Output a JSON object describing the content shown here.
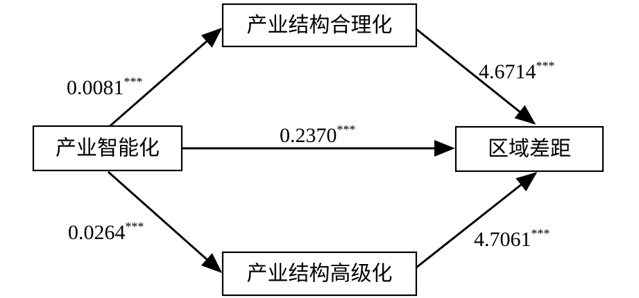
{
  "nodes": {
    "industry_intelligence": "产业智能化",
    "structure_rationalization": "产业结构合理化",
    "structure_upgrading": "产业结构高级化",
    "regional_gap": "区域差距"
  },
  "edges": {
    "intel_to_rational": {
      "value": "0.0081",
      "sig": "***"
    },
    "rational_to_gap": {
      "value": "4.6714",
      "sig": "***"
    },
    "intel_to_gap": {
      "value": "0.2370",
      "sig": "***"
    },
    "intel_to_upgrade": {
      "value": "0.0264",
      "sig": "***"
    },
    "upgrade_to_gap": {
      "value": "4.7061",
      "sig": "***"
    }
  }
}
